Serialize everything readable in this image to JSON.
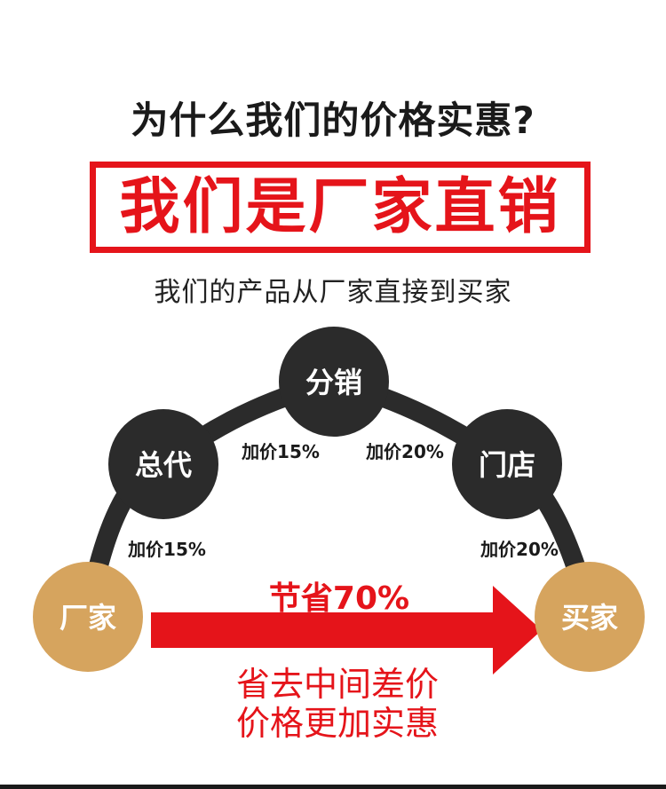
{
  "headline": "为什么我们的价格实惠?",
  "banner": "我们是厂家直销",
  "subline": "我们的产品从厂家直接到买家",
  "nodes": {
    "factory": "厂家",
    "agent": "总代",
    "distributor": "分销",
    "store": "门店",
    "buyer": "买家"
  },
  "markups": {
    "factory_to_agent": "加价15%",
    "agent_to_distributor": "加价15%",
    "distributor_to_store": "加价20%",
    "store_to_buyer": "加价20%"
  },
  "savings": "节省70%",
  "tagline": {
    "line1": "省去中间差价",
    "line2": "价格更加实惠"
  },
  "colors": {
    "accent_red": "#e5141a",
    "node_dark": "#2b2b2b",
    "node_gold": "#d6a45e",
    "text_dark": "#1a1a1a"
  }
}
